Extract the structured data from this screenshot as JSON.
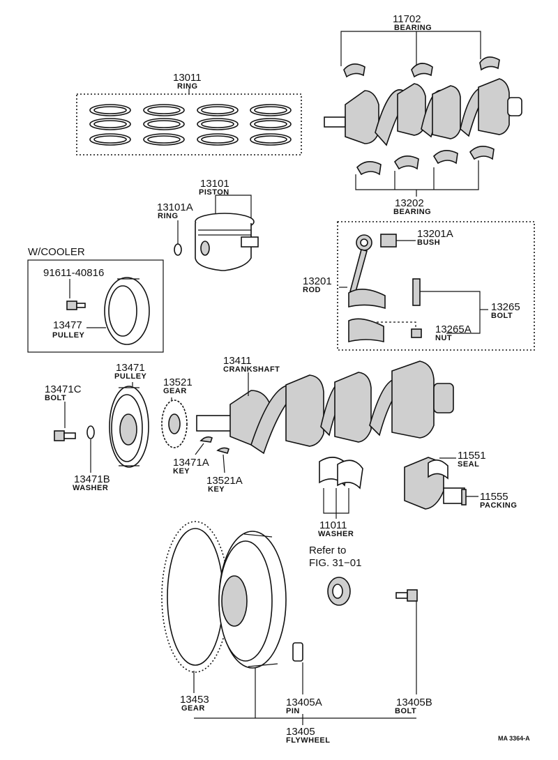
{
  "labels": {
    "bearing_upper": {
      "number": "11702",
      "name": "BEARING"
    },
    "ring_set": {
      "number": "13011",
      "name": "RING"
    },
    "bearing_lower": {
      "number": "13202",
      "name": "BEARING"
    },
    "piston": {
      "number": "13101",
      "name": "PISTON"
    },
    "piston_ring": {
      "number": "13101A",
      "name": "RING"
    },
    "bush": {
      "number": "13201A",
      "name": "BUSH"
    },
    "rod": {
      "number": "13201",
      "name": "ROD"
    },
    "rod_bolt": {
      "number": "13265",
      "name": "BOLT"
    },
    "rod_nut": {
      "number": "13265A",
      "name": "NUT"
    },
    "cooler_bolt": {
      "number": "91611-40816",
      "name": ""
    },
    "cooler_pulley": {
      "number": "13477",
      "name": "PULLEY"
    },
    "pulley": {
      "number": "13471",
      "name": "PULLEY"
    },
    "gear": {
      "number": "13521",
      "name": "GEAR"
    },
    "crankshaft": {
      "number": "13411",
      "name": "CRANKSHAFT"
    },
    "pulley_bolt": {
      "number": "13471C",
      "name": "BOLT"
    },
    "pulley_washer": {
      "number": "13471B",
      "name": "WASHER"
    },
    "key_a": {
      "number": "13471A",
      "name": "KEY"
    },
    "key_b": {
      "number": "13521A",
      "name": "KEY"
    },
    "seal": {
      "number": "11551",
      "name": "SEAL"
    },
    "packing": {
      "number": "11555",
      "name": "PACKING"
    },
    "thrust_washer": {
      "number": "11011",
      "name": "WASHER"
    },
    "ring_gear": {
      "number": "13453",
      "name": "GEAR"
    },
    "flywheel_pin": {
      "number": "13405A",
      "name": "PIN"
    },
    "flywheel_bolt": {
      "number": "13405B",
      "name": "BOLT"
    },
    "flywheel": {
      "number": "13405",
      "name": "FLYWHEEL"
    }
  },
  "group_title": "W/COOLER",
  "refer_line1": "Refer to",
  "refer_line2": "FIG. 31−01",
  "figure_code": "MA 3364-A"
}
